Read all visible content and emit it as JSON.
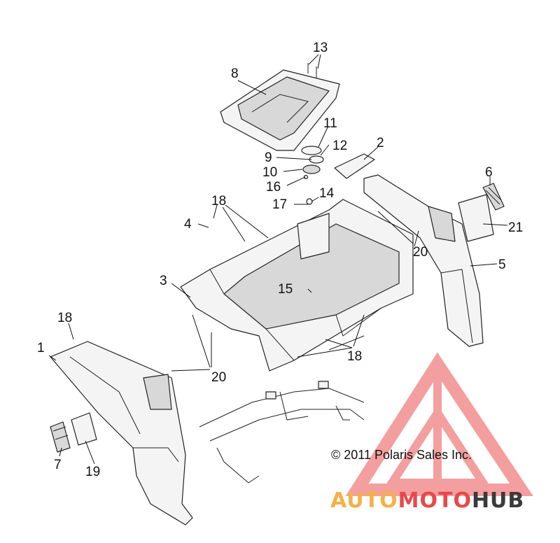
{
  "callouts": {
    "c1": "1",
    "c2": "2",
    "c3": "3",
    "c4": "4",
    "c5": "5",
    "c6": "6",
    "c7": "7",
    "c8": "8",
    "c9": "9",
    "c10": "10",
    "c11": "11",
    "c12": "12",
    "c13": "13",
    "c14": "14",
    "c15": "15",
    "c16": "16",
    "c17": "17",
    "c18a": "18",
    "c18b": "18",
    "c18c": "18",
    "c19": "19",
    "c20a": "20",
    "c20b": "20",
    "c21": "21"
  },
  "copyright": "© 2011 Polaris Sales Inc.",
  "watermark": {
    "part1": "AUTO",
    "part2": "MOTO",
    "part3": "HUB",
    "color_orange": "#f5b04a",
    "color_red": "#e8484a",
    "color_dark": "#3a3a3a"
  }
}
